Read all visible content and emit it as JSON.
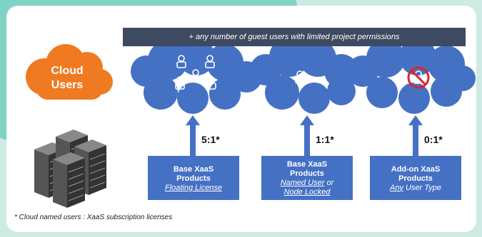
{
  "banner_text": "+ any number of guest users with limited project permissions",
  "cloud_users_label": [
    "Cloud",
    "Users"
  ],
  "tiers": [
    {
      "ratio": "5:1*",
      "title_line1": "Base XaaS",
      "title_line2": "Products",
      "detail_line1": "Floating License",
      "detail_line2": ""
    },
    {
      "ratio": "1:1*",
      "title_line1": "Base XaaS",
      "title_line2": "Products",
      "detail_line1": "Named User",
      "detail_suffix": " or",
      "detail_line2": "Node Locked"
    },
    {
      "ratio": "0:1*",
      "title_line1": "Add-on XaaS",
      "title_line2": "Products",
      "detail_line1": "Any",
      "detail_suffix": " User Type",
      "detail_line2": ""
    }
  ],
  "footnote": "* Cloud named users : XaaS subscription licenses",
  "colors": {
    "cloud_blue": "#4571c4",
    "cloud_orange": "#ef7a22",
    "banner": "#3e4a61",
    "arrow": "#4571c4",
    "no_symbol": "#d9262a"
  },
  "icons": [
    "user-group-icon",
    "single-user-icon",
    "no-user-icon",
    "server-rack-icon"
  ]
}
